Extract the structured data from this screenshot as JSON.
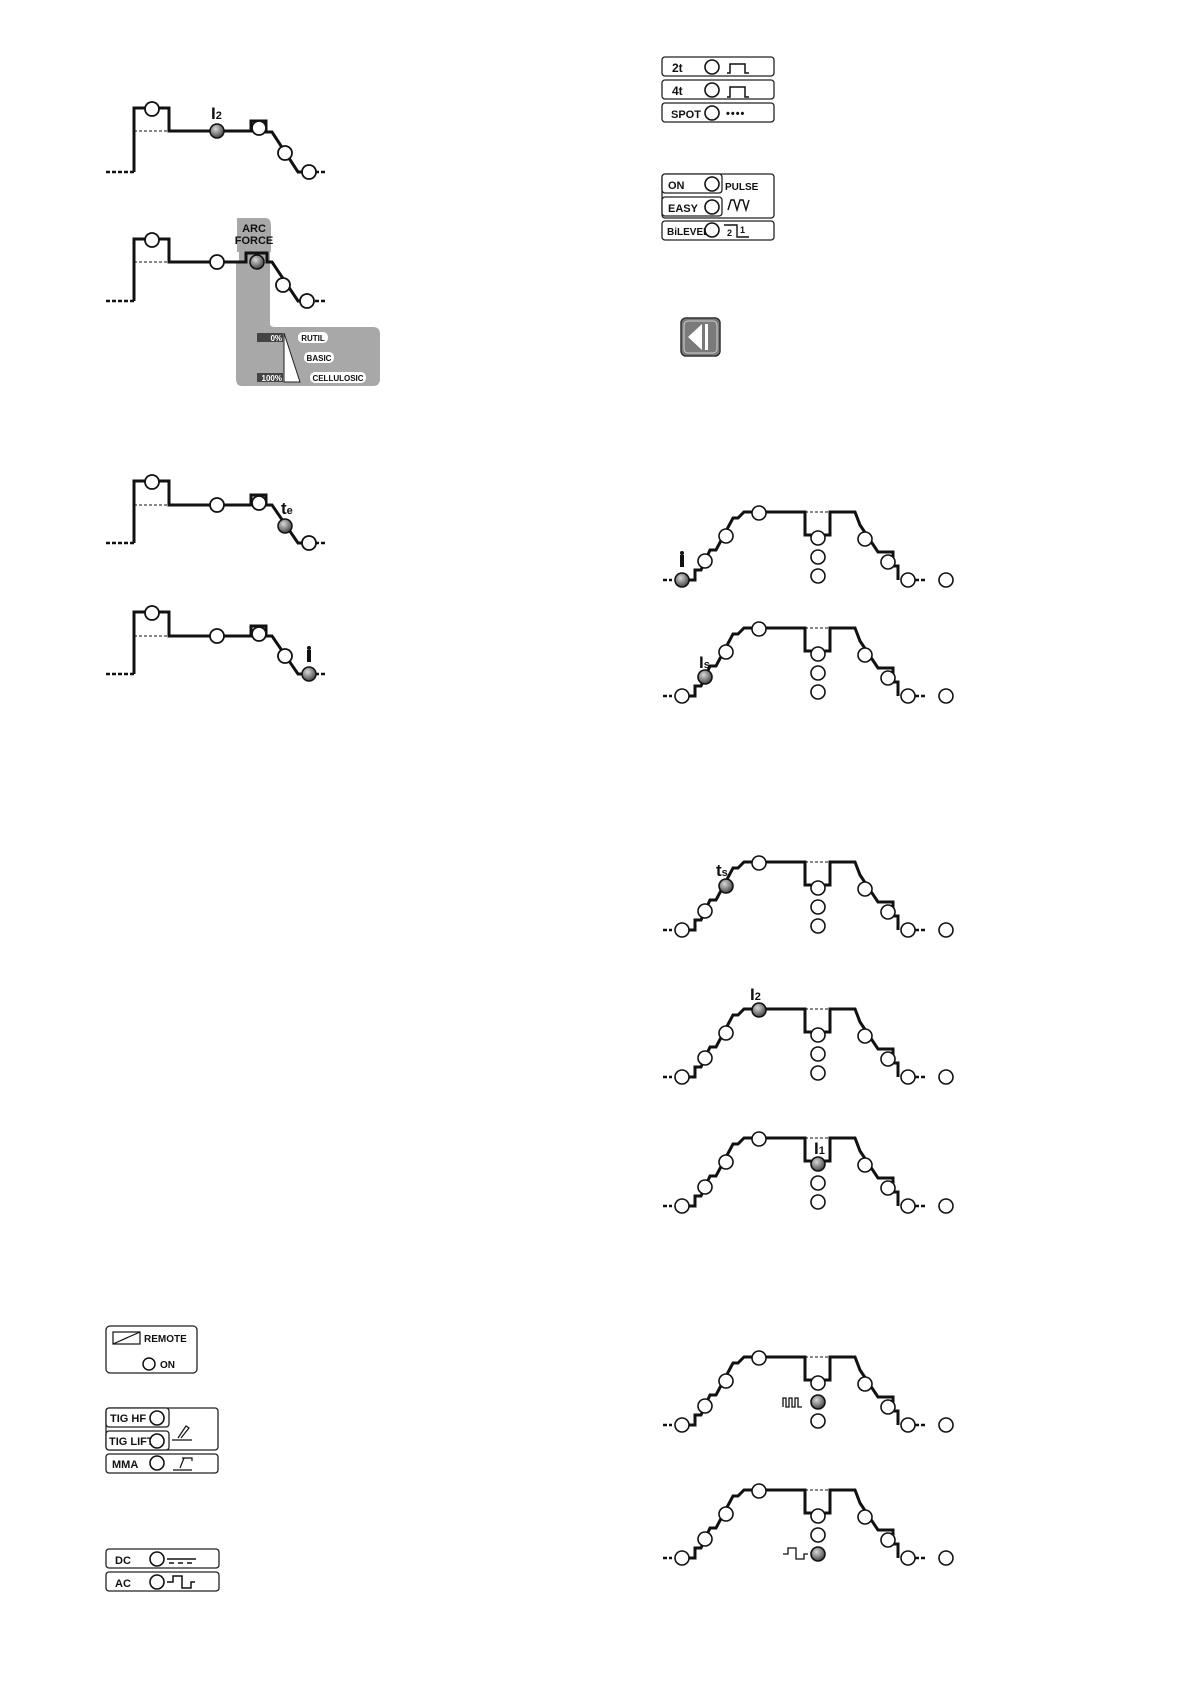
{
  "mma_diagrams": {
    "current_label": "I",
    "current_sub": "2",
    "arc_force": {
      "title_line1": "ARC",
      "title_line2": "FORCE",
      "scale_min": "0%",
      "scale_max": "100%",
      "electrodes": [
        "RUTIL",
        "BASIC",
        "CELLULOSIC"
      ]
    },
    "te_label": "t",
    "te_sub": "e"
  },
  "mode_panel": {
    "items": [
      {
        "label": "2t"
      },
      {
        "label": "4t"
      },
      {
        "label": "SPOT",
        "symbol": "••••"
      }
    ]
  },
  "pulse_panel": {
    "items": [
      {
        "label": "ON",
        "right_label": "PULSE"
      },
      {
        "label": "EASY"
      },
      {
        "label": "BiLEVEL",
        "sub1": "2",
        "sub2": "1"
      }
    ]
  },
  "back_button": {
    "icon": "triangle-left-icon"
  },
  "tig_diagrams": {
    "is_label": "I",
    "is_sub": "s",
    "ts_label": "t",
    "ts_sub": "s",
    "i2_label": "I",
    "i2_sub": "2",
    "i1_label": "I",
    "i1_sub": "1"
  },
  "remote_panel": {
    "label": "REMOTE",
    "state": "ON"
  },
  "process_panel": {
    "items": [
      {
        "label": "TIG HF"
      },
      {
        "label": "TIG LIFT"
      },
      {
        "label": "MMA"
      }
    ]
  },
  "polarity_panel": {
    "items": [
      {
        "label": "DC"
      },
      {
        "label": "AC"
      }
    ]
  },
  "colors": {
    "line": "#111111",
    "led_active": "#6f6f6f",
    "arc_force_box": "#a8a8a8",
    "panel_border": "#222222"
  }
}
